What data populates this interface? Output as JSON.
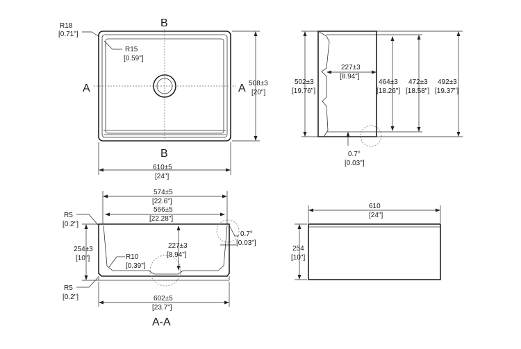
{
  "top_view": {
    "outer_radius": {
      "mm": "R18",
      "inch": "[0.71\"]"
    },
    "inner_radius": {
      "mm": "R15",
      "inch": "[0.59\"]"
    },
    "section_b_top": "B",
    "section_b_bottom": "B",
    "section_a_left": "A",
    "section_a_right": "A",
    "depth": {
      "mm": "508±3",
      "inch": "[20\"]"
    },
    "width": {
      "mm": "610±5",
      "inch": "[24\"]"
    }
  },
  "side_view": {
    "overall_height": {
      "mm": "502±3",
      "inch": "[19.76\"]"
    },
    "bowl_depth": {
      "mm": "227±3",
      "inch": "[8.94\"]"
    },
    "inner_length_1": {
      "mm": "464±3",
      "inch": "[18.26\"]"
    },
    "inner_length_2": {
      "mm": "472±3",
      "inch": "[18.58\"]"
    },
    "outer_length": {
      "mm": "492±3",
      "inch": "[19.37\"]"
    },
    "draft_angle": {
      "deg": "0.7°",
      "inch": "[0.03\"]"
    }
  },
  "section_a": {
    "title": "A-A",
    "top_outer_width": {
      "mm": "574±5",
      "inch": "[22.6\"]"
    },
    "top_inner_width": {
      "mm": "566±5",
      "inch": "[22.28\"]"
    },
    "bottom_width": {
      "mm": "602±5",
      "inch": "[23.7\"]"
    },
    "top_radius": {
      "mm": "R5",
      "inch": "[0.2\"]"
    },
    "bottom_radius": {
      "mm": "R5",
      "inch": "[0.2\"]"
    },
    "height": {
      "mm": "254±3",
      "inch": "[10\"]"
    },
    "floor_radius": {
      "mm": "R10",
      "inch": "[0.39\"]"
    },
    "bowl_depth": {
      "mm": "227±3",
      "inch": "[8.94\"]"
    },
    "draft_angle": {
      "deg": "0.7°",
      "inch": "[0.03\"]"
    }
  },
  "front_view": {
    "width": {
      "mm": "610",
      "inch": "[24\"]"
    },
    "height": {
      "mm": "254",
      "inch": "[10\"]"
    }
  }
}
